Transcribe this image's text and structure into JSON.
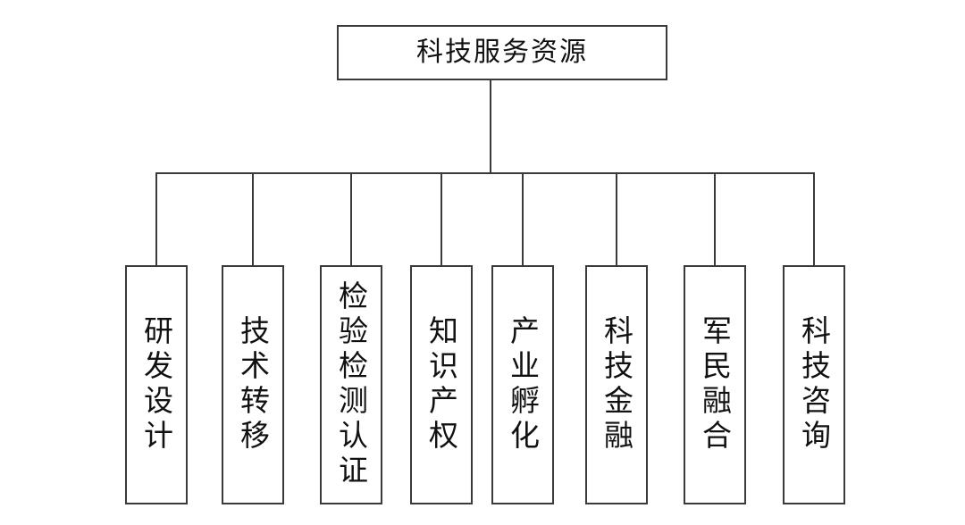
{
  "root": {
    "label": "科技服务资源"
  },
  "children": [
    {
      "label": "研发设计"
    },
    {
      "label": "技术转移"
    },
    {
      "label": "检验检测认证"
    },
    {
      "label": "知识产权"
    },
    {
      "label": "产业孵化"
    },
    {
      "label": "科技金融"
    },
    {
      "label": "军民融合"
    },
    {
      "label": "科技咨询"
    }
  ],
  "colors": {
    "line": "#3a3a3a",
    "text": "#111111",
    "background": "#ffffff"
  }
}
